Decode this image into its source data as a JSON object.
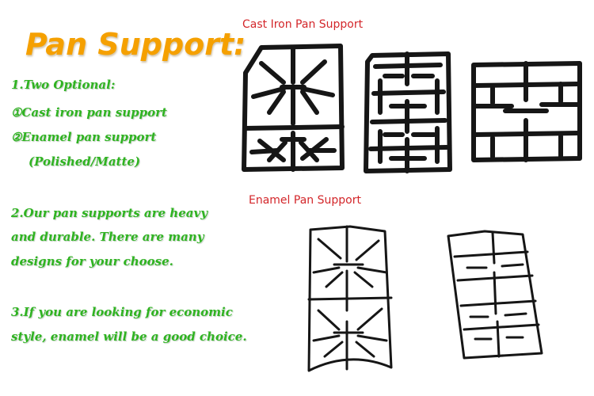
{
  "title": "Pan Support:",
  "lines": {
    "l1": "1.Two Optional:",
    "l2": "①Cast iron pan support",
    "l3": "②Enamel pan support",
    "l4": "(Polished/Matte)",
    "l5": "2.Our pan supports are heavy",
    "l6": "and durable. There are many",
    "l7": "designs for your choose.",
    "l8": "3.If you are looking for economic",
    "l9": "style, enamel will be a good choice."
  },
  "labels": {
    "cast_iron": "Cast Iron Pan Support",
    "enamel": "Enamel Pan Support"
  },
  "colors": {
    "title": "#f5a000",
    "body_text": "#2fb321",
    "section_label": "#d3262a",
    "grate": "#161616"
  },
  "images": [
    "cast-iron-grate-double-burner",
    "cast-iron-grate-rect-ribs",
    "cast-iron-grate-square",
    "enamel-grate-curved",
    "enamel-grate-wire"
  ]
}
